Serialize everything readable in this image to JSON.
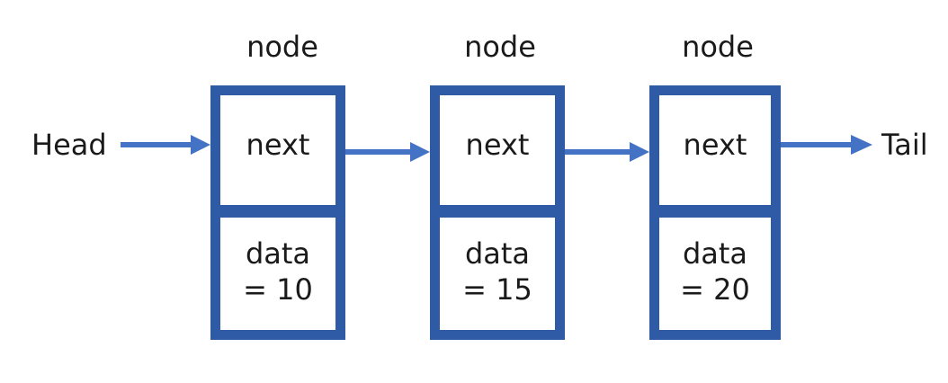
{
  "head_label": "Head",
  "tail_label": "Tail",
  "nodes": [
    {
      "title": "node",
      "next_label": "next",
      "data_line1": "data",
      "data_line2": "= 10"
    },
    {
      "title": "node",
      "next_label": "next",
      "data_line1": "data",
      "data_line2": "= 15"
    },
    {
      "title": "node",
      "next_label": "next",
      "data_line1": "data",
      "data_line2": "= 20"
    }
  ],
  "colors": {
    "border": "#2e5aa6",
    "arrow": "#4472c4",
    "text": "#1a1a1a"
  }
}
